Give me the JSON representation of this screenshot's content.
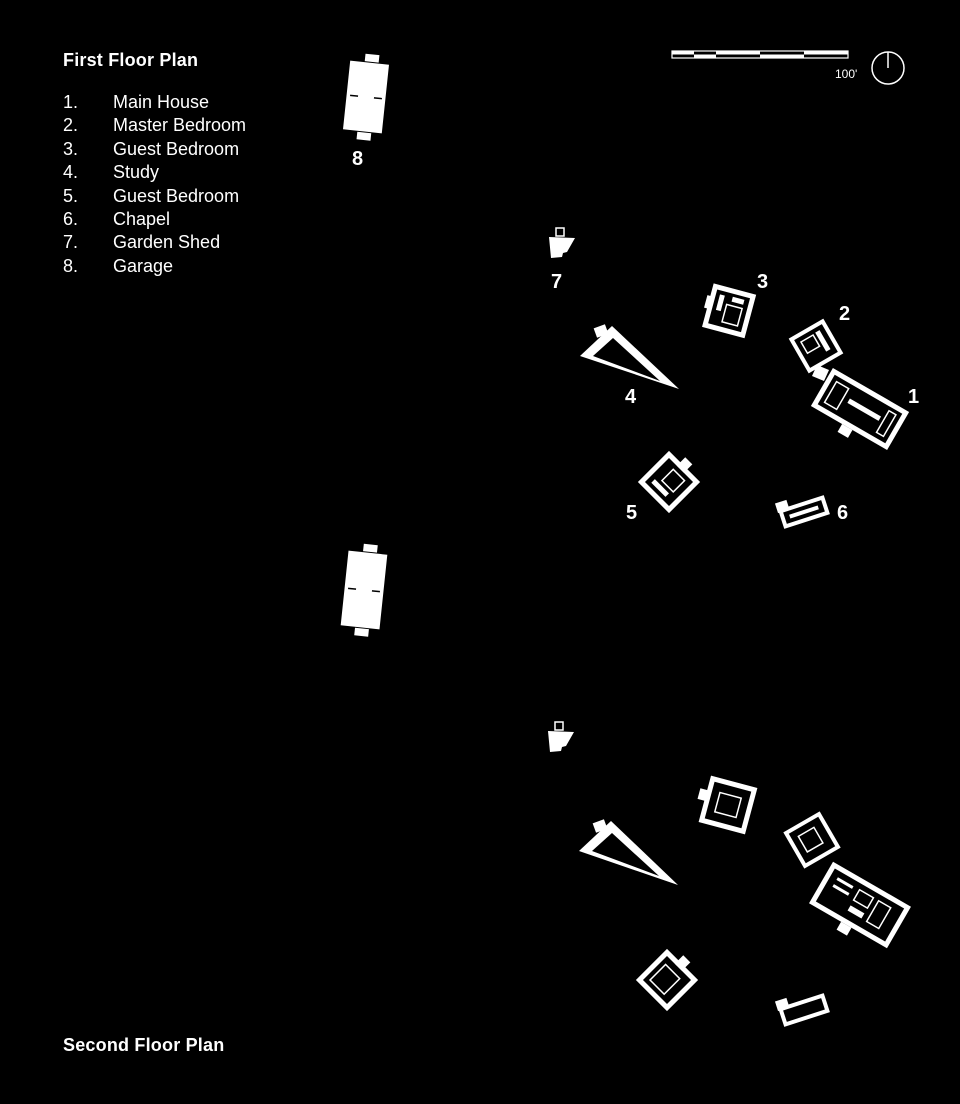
{
  "titles": {
    "first_floor": "First Floor Plan",
    "second_floor": "Second Floor Plan"
  },
  "legend": [
    {
      "num": "1.",
      "label": "Main House"
    },
    {
      "num": "2.",
      "label": "Master Bedroom"
    },
    {
      "num": "3.",
      "label": "Guest Bedroom"
    },
    {
      "num": "4.",
      "label": "Study"
    },
    {
      "num": "5.",
      "label": "Guest Bedroom"
    },
    {
      "num": "6.",
      "label": "Chapel"
    },
    {
      "num": "7.",
      "label": "Garden Shed"
    },
    {
      "num": "8.",
      "label": "Garage"
    }
  ],
  "scale_bar": {
    "label": "100'"
  },
  "building_numbers": {
    "main_house": "1",
    "master_bedroom": "2",
    "guest_bedroom_3": "3",
    "study": "4",
    "guest_bedroom_5": "5",
    "chapel": "6",
    "garden_shed": "7",
    "garage": "8"
  },
  "colors": {
    "background": "#000000",
    "ink": "#ffffff"
  }
}
